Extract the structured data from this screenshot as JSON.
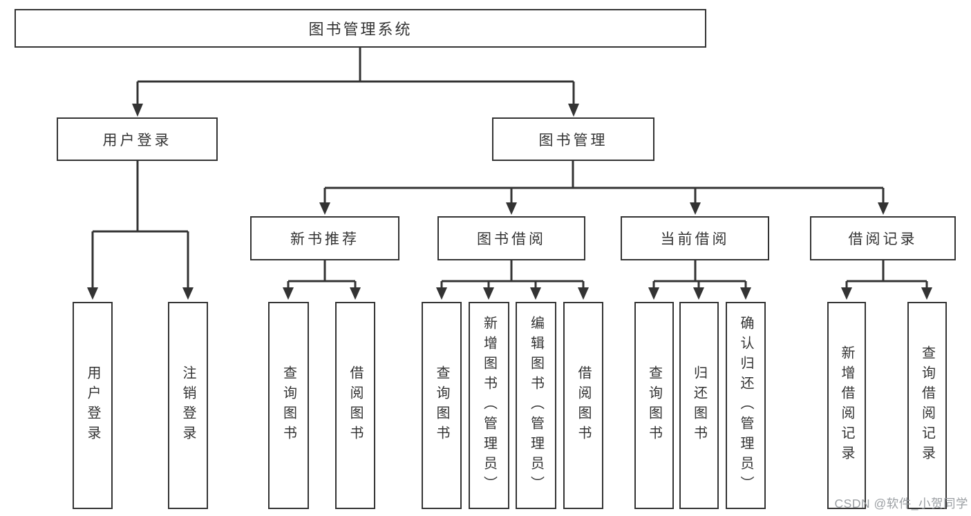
{
  "tree": {
    "root": {
      "label": "图书管理系统",
      "children": [
        {
          "label": "用户登录",
          "children": [
            {
              "label": "用户登录"
            },
            {
              "label": "注销登录"
            }
          ]
        },
        {
          "label": "图书管理",
          "children": [
            {
              "label": "新书推荐",
              "children": [
                {
                  "label": "查询图书"
                },
                {
                  "label": "借阅图书"
                }
              ]
            },
            {
              "label": "图书借阅",
              "children": [
                {
                  "label": "查询图书"
                },
                {
                  "label": "新增图书（管理员）"
                },
                {
                  "label": "编辑图书（管理员）"
                },
                {
                  "label": "借阅图书"
                }
              ]
            },
            {
              "label": "当前借阅",
              "children": [
                {
                  "label": "查询图书"
                },
                {
                  "label": "归还图书"
                },
                {
                  "label": "确认归还（管理员）"
                }
              ]
            },
            {
              "label": "借阅记录",
              "children": [
                {
                  "label": "新增借阅记录"
                },
                {
                  "label": "查询借阅记录"
                }
              ]
            }
          ]
        }
      ]
    }
  },
  "watermark": {
    "text": "CSDN @软件_小贺同学"
  },
  "colors": {
    "line": "#333333",
    "node_border": "#333333",
    "node_text": "#333333",
    "background": "#ffffff",
    "watermark": "#969a9e"
  }
}
